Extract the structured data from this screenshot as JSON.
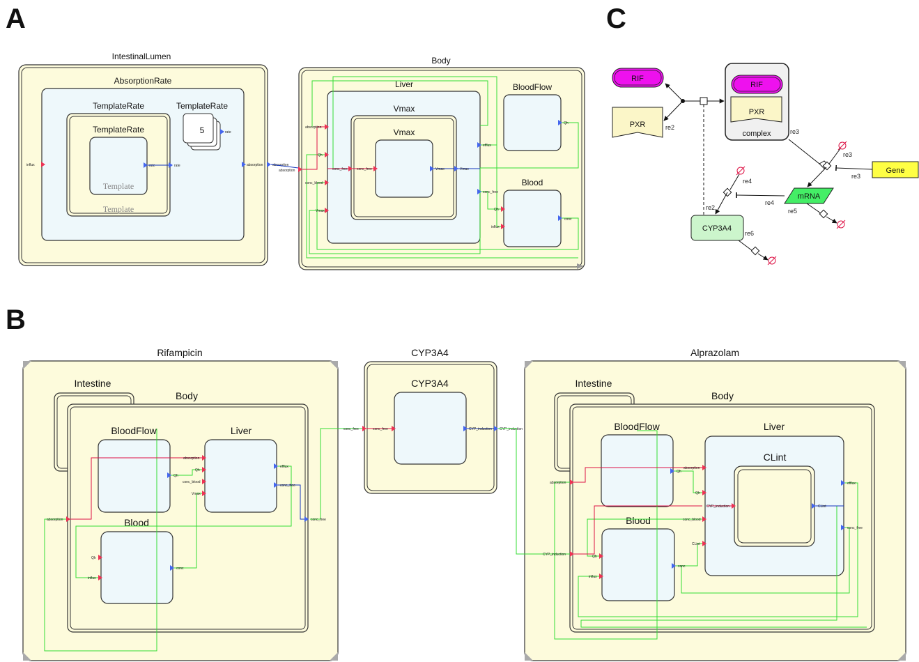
{
  "panels": {
    "a": "A",
    "b": "B",
    "c": "C"
  },
  "colors": {
    "outer_fill": "#fdfbdc",
    "inner_fill": "#eef8fb",
    "border": "#333333",
    "wire_green": "#33dd33",
    "wire_red": "#dd1144",
    "wire_blue": "#1133bb",
    "in_port": "#ee3355",
    "out_port": "#4466ee",
    "rif": "#ee11ee",
    "mrna": "#44ee66",
    "gene": "#ffff44",
    "pxr": "#fbf6c8",
    "cyp": "#ccf5cc"
  },
  "panel_a": {
    "intestinal_lumen": {
      "title": "IntestinalLumen",
      "absorption_rate": "AbsorptionRate",
      "template_rate_outer": "TemplateRate",
      "template_rate_inner": "TemplateRate",
      "template_rate_stack": "TemplateRate",
      "stack_count": "5",
      "template_1": "Template",
      "template_2": "Template",
      "ports": {
        "influx": "influx",
        "rate_in": "rate",
        "rate_out": "rate",
        "absorption_1": "absorption",
        "absorption_2": "absorption",
        "stack_rate": "rate"
      }
    },
    "body": {
      "title": "Body",
      "liver": "Liver",
      "vmax_outer": "Vmax",
      "vmax_inner": "Vmax",
      "blood_flow": "BloodFlow",
      "blood": "Blood",
      "ports": {
        "absorption_outer": "absorption",
        "absorption": "absorption",
        "qh": "Qh",
        "conc_blood": "conc_blood",
        "vmax_in": "Vmax",
        "conc_free_1": "conc_free",
        "conc_free_2": "conc_free",
        "vmax_a": "Vmax",
        "vmax_b": "Vmax",
        "efflux": "efflux",
        "conc_free_out": "conc_free",
        "qh_out": "Qh",
        "qh_blood": "Qh",
        "influx_blood": "influx",
        "conc": "conc"
      }
    }
  },
  "panel_b": {
    "rifampicin": {
      "title": "Rifampicin",
      "intestine": "Intestine",
      "body": "Body",
      "blood_flow": "BloodFlow",
      "liver": "Liver",
      "blood": "Blood",
      "ports": {
        "absorption": "absorption",
        "absorption_liver": "absorption",
        "qh_liver": "Qh",
        "conc_blood": "conc_blood",
        "vmax": "Vmax",
        "qh_bf": "Qh",
        "efflux": "efflux",
        "conc_free": "conc_free",
        "conc_free_out": "conc_free",
        "qh_blood": "Qh",
        "influx": "influx",
        "conc": "conc"
      }
    },
    "cyp3a4": {
      "title": "CYP3A4",
      "inner": "CYP3A4",
      "ports": {
        "conc_free_outer": "conc_free",
        "conc_free": "conc_free",
        "cyp_induction": "CYP_induction",
        "cyp_induction_outer": "CYP_induction"
      }
    },
    "alprazolam": {
      "title": "Alprazolam",
      "intestine": "Intestine",
      "body": "Body",
      "blood_flow": "BloodFlow",
      "liver": "Liver",
      "clint": "CLint",
      "blood": "Blood",
      "ports": {
        "absorption_body": "absorption",
        "absorption_liver": "absorption",
        "qh_bf": "Qh",
        "qh_liver": "Qh",
        "cyp_induction_liver": "CYP_induction",
        "conc_blood": "conc_blood",
        "clint_in": "CLint",
        "clint_out": "CLint",
        "efflux": "efflux",
        "conc_free": "conc_free",
        "cyp_induction_body": "CYP_induction",
        "qh_blood": "Qh",
        "influx": "influx",
        "conc": "conc"
      }
    }
  },
  "panel_c": {
    "rif_1": "RIF",
    "rif_2": "RIF",
    "pxr_1": "PXR",
    "pxr_2": "PXR",
    "complex": "complex",
    "gene": "Gene",
    "mrna": "mRNA",
    "cyp3a4": "CYP3A4",
    "reaction_labels": {
      "re2_a": "re2",
      "re2_b": "re2",
      "re3_a": "re3",
      "re3_b": "re3",
      "re3_c": "re3",
      "re4_a": "re4",
      "re4_b": "re4",
      "re5": "re5",
      "re6": "re6"
    }
  }
}
